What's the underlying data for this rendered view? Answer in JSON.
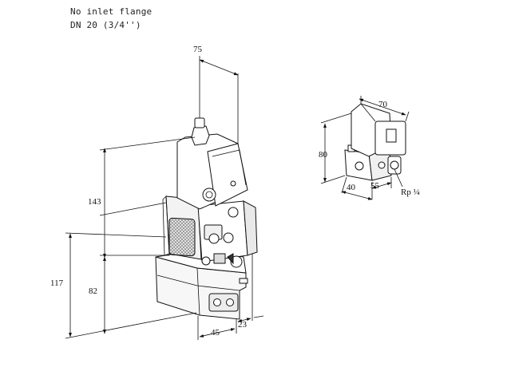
{
  "notes": {
    "line1": "No inlet flange",
    "line2": "DN 20 (3/4'')"
  },
  "main_view": {
    "dim_top": "75",
    "dim_143": "143",
    "dim_117": "117",
    "dim_82": "82",
    "dim_45": "45",
    "dim_23": "23"
  },
  "side_view": {
    "dim_70": "70",
    "dim_80": "80",
    "dim_40": "40",
    "dim_55": "55",
    "thread": "Rp ¼"
  }
}
